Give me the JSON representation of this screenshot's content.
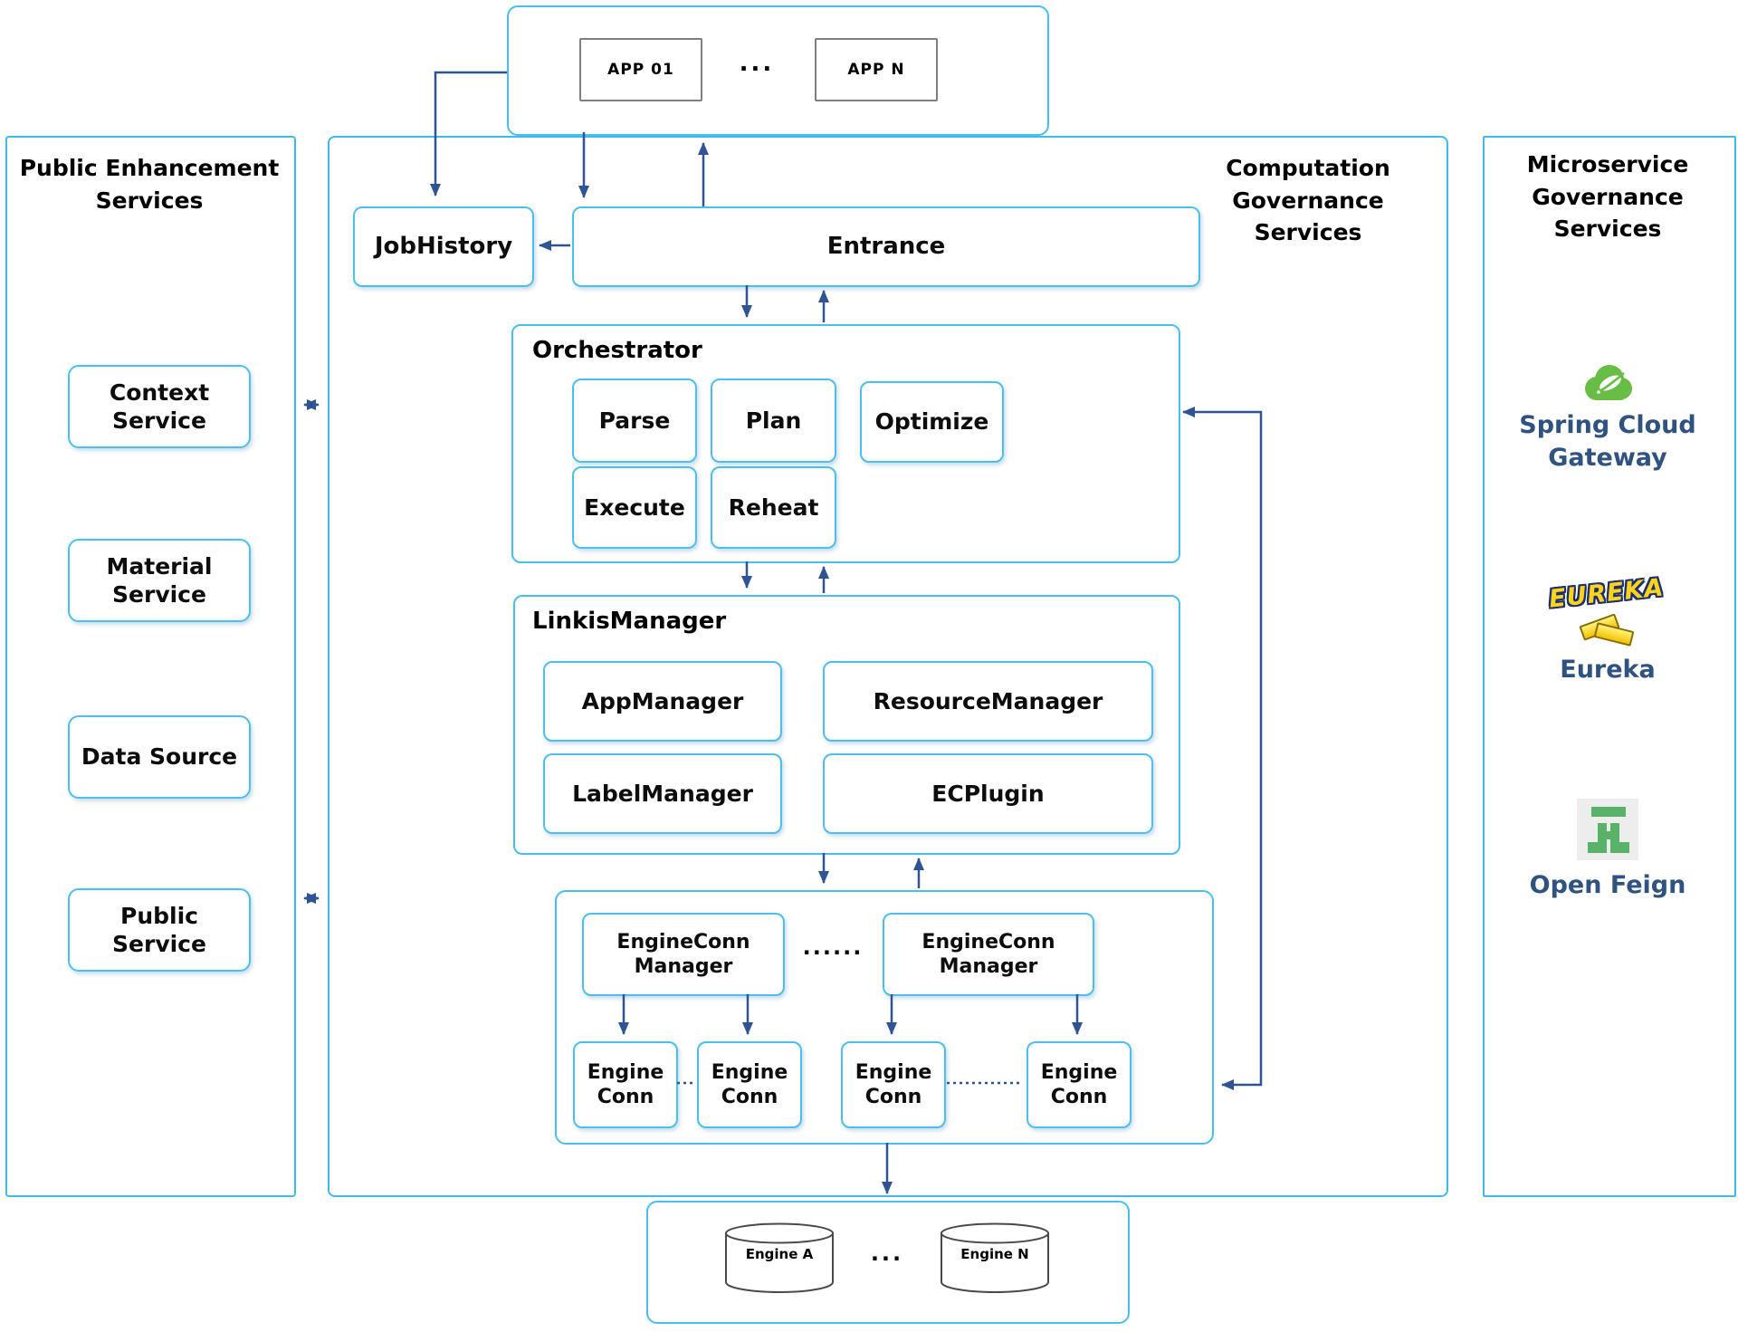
{
  "colors": {
    "box_border": "#4ac0f2",
    "panel_border": "#3fbaee",
    "arrow_blue": "#2e5496",
    "tech_label_blue": "#2e5380",
    "spring_green": "#68bd45",
    "feign_green": "#58b368",
    "eureka_yellow": "#ffd21e"
  },
  "app_row": {
    "apps": [
      "APP 01",
      "APP N"
    ],
    "dots": "..."
  },
  "left_panel": {
    "title": "Public Enhancement Services",
    "services": [
      "Context Service",
      "Material Service",
      "Data Source",
      "Public Service"
    ]
  },
  "computation_panel": {
    "title": "Computation Governance Services",
    "job_history": "JobHistory",
    "entrance": "Entrance",
    "orchestrator": {
      "title": "Orchestrator",
      "steps": [
        "Parse",
        "Plan",
        "Optimize",
        "Execute",
        "Reheat"
      ]
    },
    "linkis_manager": {
      "title": "LinkisManager",
      "components": [
        "AppManager",
        "ResourceManager",
        "LabelManager",
        "ECPlugin"
      ]
    },
    "engine_conn_cluster": {
      "managers": [
        "EngineConn Manager",
        "EngineConn Manager"
      ],
      "manager_dots": "......",
      "conns": [
        "Engine Conn",
        "Engine Conn",
        "Engine Conn",
        "Engine Conn"
      ]
    }
  },
  "microservice_panel": {
    "title": "Microservice Governance Services",
    "eureka_logo_text": "EUREKA",
    "items": [
      "Spring Cloud Gateway",
      "Eureka",
      "Open Feign"
    ]
  },
  "engines_row": {
    "engines": [
      "Engine A",
      "Engine N"
    ],
    "dots": "..."
  }
}
